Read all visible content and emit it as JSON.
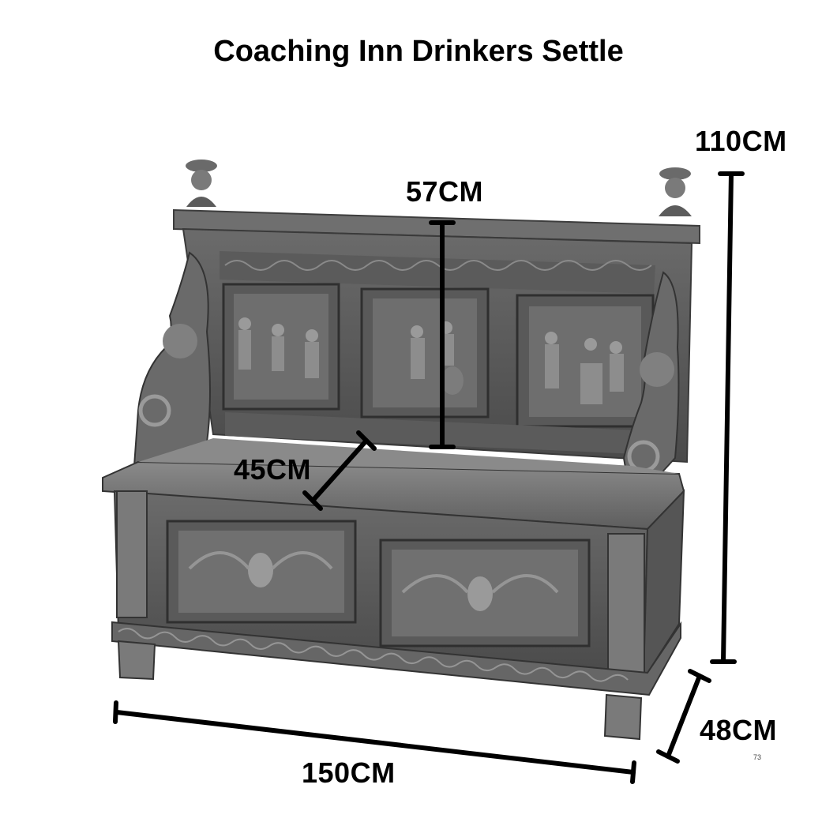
{
  "title": "Coaching Inn Drinkers Settle",
  "dimensions": {
    "total_height": "110CM",
    "back_height": "57CM",
    "seat_depth": "45CM",
    "width": "150CM",
    "depth": "48CM"
  },
  "page_number": "73"
}
